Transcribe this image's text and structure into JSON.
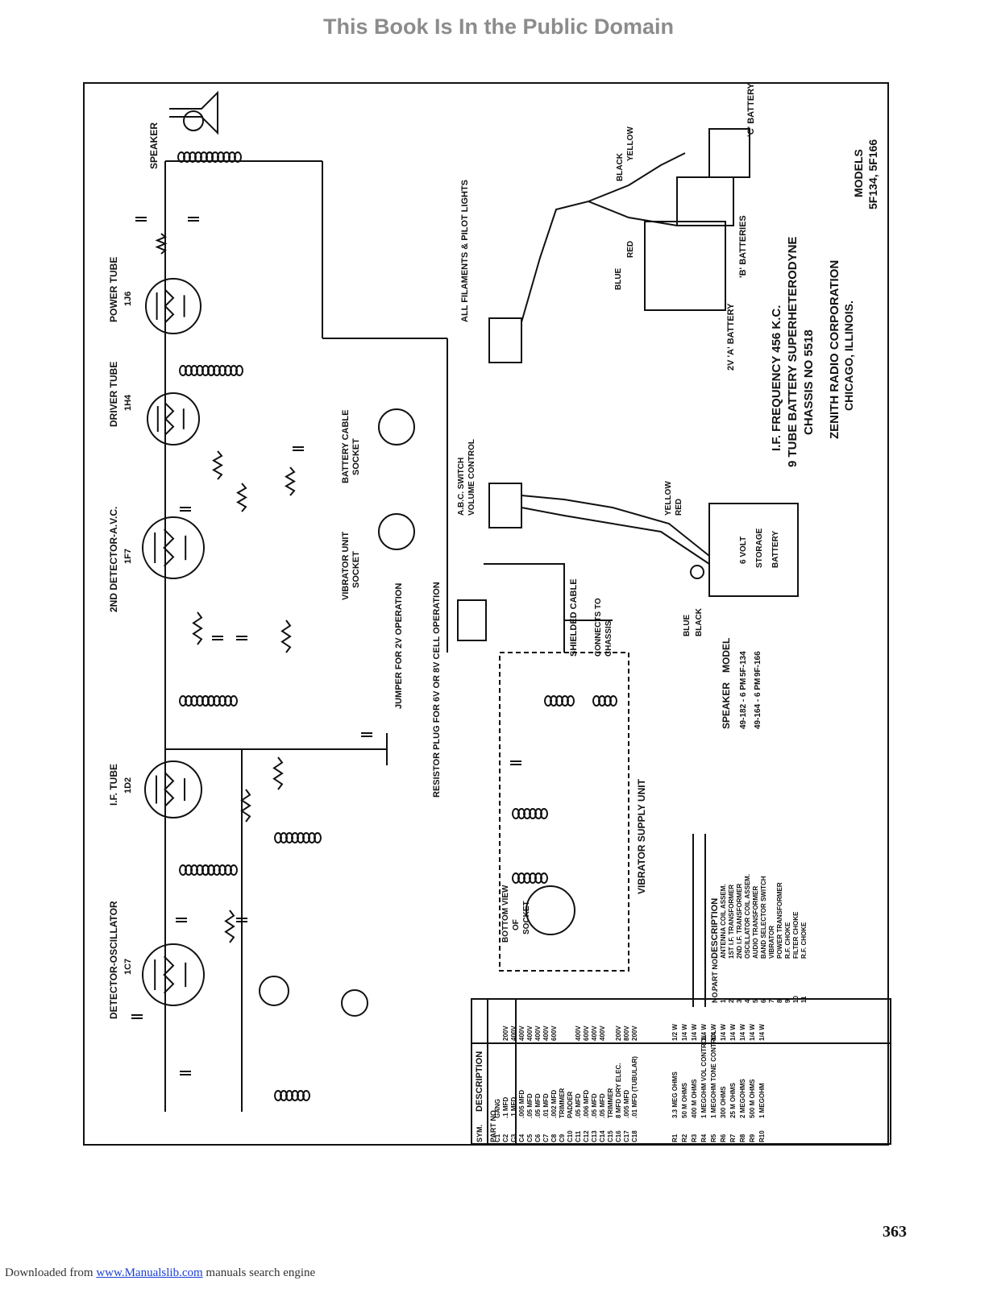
{
  "header": {
    "text": "This Book Is In the Public Domain"
  },
  "schematic": {
    "tube_labels": [
      "DETECTOR-OSCILLATOR",
      "1C7",
      "I.F. TUBE",
      "1D2",
      "2ND DETECTOR-A.V.C.",
      "1F7",
      "DRIVER TUBE",
      "1H4",
      "POWER TUBE",
      "1J6",
      "SPEAKER"
    ],
    "connection_labels": [
      "VIBRATOR UNIT",
      "SOCKET",
      "JUMPER FOR 2V OPERATION",
      "RESISTOR PLUG FOR 6V OR 8V CELL OPERATION",
      "BATTERY CABLE",
      "SOCKET",
      "A.B.C. SWITCH",
      "VOLUME CONTROL",
      "ALL FILAMENTS & PILOT LIGHTS",
      "SHIELDED CABLE",
      "CONNECTS TO",
      "CHASSIS",
      "BOTTOM VIEW",
      "OF",
      "SOCKET",
      "VIBRATOR SUPPLY UNIT"
    ],
    "battery_labels": [
      "6 VOLT",
      "STORAGE",
      "BATTERY"
    ],
    "wire_colors_lower": [
      "BLUE",
      "BLACK",
      "YELLOW",
      "RED"
    ],
    "wire_colors_upper": [
      "BLUE",
      "RED",
      "BLACK",
      "YELLOW"
    ],
    "upper_battery_labels": [
      "2V 'A' BATTERY",
      "'B' BATTERIES",
      "'C' BATTERY"
    ],
    "title_block": {
      "line1": "I.F. FREQUENCY 456 K.C.",
      "line2": "9 TUBE BATTERY SUPERHETERODYNE",
      "line3": "CHASSIS NO 5518",
      "company1": "ZENITH RADIO CORPORATION",
      "company2": "CHICAGO, ILLINOIS.",
      "models_label": "MODELS",
      "models": "5F134, 5F166"
    },
    "speaker_table": {
      "header_speaker": "SPEAKER",
      "header_model": "MODEL",
      "rows": [
        [
          "49-182 - 6 PM",
          "5F-134"
        ],
        [
          "49-164 - 6 PM",
          "9F-166"
        ]
      ]
    },
    "parts_table": {
      "headers": [
        "SYM.",
        "PART NO.",
        "DESCRIPTION"
      ],
      "capacitors": [
        [
          "C1",
          "",
          "GANG",
          ""
        ],
        [
          "C2",
          "",
          ".1 MFD",
          "200V"
        ],
        [
          "C3",
          "",
          ".1 MFD",
          "400V"
        ],
        [
          "C4",
          "",
          ".005 MFD",
          "400V"
        ],
        [
          "C5",
          "",
          ".05 MFD",
          "400V"
        ],
        [
          "C6",
          "",
          ".05 MFD",
          "400V"
        ],
        [
          "C7",
          "",
          ".01 MFD",
          "400V"
        ],
        [
          "C8",
          "",
          ".002 MFD",
          "600V"
        ],
        [
          "C9",
          "",
          "TRIMMER",
          ""
        ],
        [
          "C10",
          "",
          "PADDER",
          ""
        ],
        [
          "C11",
          "",
          ".05 MFD",
          "400V"
        ],
        [
          "C12",
          "",
          ".006 MFD",
          "600V"
        ],
        [
          "C13",
          "",
          ".05 MFD",
          "400V"
        ],
        [
          "C14",
          "",
          ".05 MFD",
          "400V"
        ],
        [
          "C15",
          "",
          "TRIMMER",
          ""
        ],
        [
          "C16",
          "",
          "8 MFD DRY ELEC.",
          "200V"
        ],
        [
          "C17",
          "",
          ".005 MFD",
          "800V"
        ],
        [
          "C18",
          "",
          ".01 MFD (TUBULAR)",
          "200V"
        ]
      ],
      "resistors": [
        [
          "R1",
          "",
          "3.3 MEG OHMS",
          "1/2 W"
        ],
        [
          "R2",
          "",
          "50 M OHMS",
          "1/4 W"
        ],
        [
          "R3",
          "",
          "400 M OHMS",
          "1/4 W"
        ],
        [
          "R4",
          "",
          "1 MEGOHM VOL CONTROL",
          "1/4 W"
        ],
        [
          "R5",
          "",
          "1 MEGOHM TONE CONTROL",
          "1/4 W"
        ],
        [
          "R6",
          "",
          "300 OHMS",
          "1/4 W"
        ],
        [
          "R7",
          "",
          "25 M OHMS",
          "1/4 W"
        ],
        [
          "R8",
          "",
          "2 MEGOHMS",
          "1/4 W"
        ],
        [
          "R9",
          "",
          "500 M OHMS",
          "1/4 W"
        ],
        [
          "R10",
          "",
          "1 MEGOHM",
          "1/4 W"
        ]
      ],
      "coils": [
        [
          "1",
          "",
          "ANTENNA COIL ASSEM."
        ],
        [
          "2",
          "",
          "1ST I.F. TRANSFORMER"
        ],
        [
          "3",
          "",
          "2ND I.F. TRANSFORMER"
        ],
        [
          "4",
          "",
          "OSCILLATOR COIL ASSEM."
        ],
        [
          "5",
          "",
          "AUDIO TRANSFORMER"
        ],
        [
          "6",
          "",
          "BAND SELECTOR SWITCH"
        ],
        [
          "7",
          "",
          "VIBRATOR"
        ],
        [
          "8",
          "",
          "POWER TRANSFORMER"
        ],
        [
          "9",
          "",
          "R.F. CHOKE"
        ],
        [
          "10",
          "",
          "FILTER CHOKE"
        ],
        [
          "11",
          "",
          "R.F. CHOKE"
        ]
      ],
      "coils_headers": [
        "NO.",
        "PART NO.",
        "DESCRIPTION"
      ]
    }
  },
  "page_number": "363",
  "footer": {
    "prefix": "Downloaded from ",
    "link_text": "www.Manualslib.com",
    "suffix": " manuals search engine"
  }
}
